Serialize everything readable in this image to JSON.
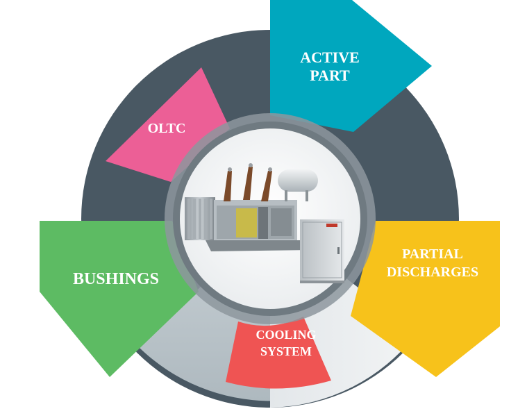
{
  "diagram": {
    "segments": [
      {
        "id": "active-part",
        "lines": [
          "ACTIVE",
          "PART"
        ],
        "color": "#00A7BE"
      },
      {
        "id": "oltc",
        "lines": [
          "OLTC"
        ],
        "color": "#EC5F96"
      },
      {
        "id": "bushings",
        "lines": [
          "BUSHINGS"
        ],
        "color": "#5DBB63"
      },
      {
        "id": "cooling-system",
        "lines": [
          "COOLING",
          "SYSTEM"
        ],
        "color": "#EF5453"
      },
      {
        "id": "partial-discharges",
        "lines": [
          "PARTIAL",
          "DISCHARGES"
        ],
        "color": "#F7C21B"
      }
    ],
    "ring_color_dark": "#495863",
    "ring_color_light": "#B7C2C8",
    "center_image_icon": "transformer-icon"
  }
}
